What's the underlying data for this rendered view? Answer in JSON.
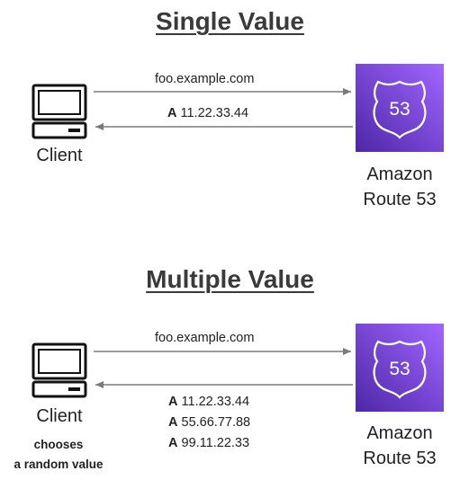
{
  "single": {
    "title": "Single Value",
    "client_label": "Client",
    "request": "foo.example.com",
    "responses": [
      {
        "type": "A",
        "ip": "11.22.33.44"
      }
    ],
    "service_label_line1": "Amazon",
    "service_label_line2": "Route 53",
    "badge_text": "53"
  },
  "multiple": {
    "title": "Multiple Value",
    "client_label": "Client",
    "client_note_line1": "chooses",
    "client_note_line2": "a random value",
    "request": "foo.example.com",
    "responses": [
      {
        "type": "A",
        "ip": "11.22.33.44"
      },
      {
        "type": "A",
        "ip": "55.66.77.88"
      },
      {
        "type": "A",
        "ip": "99.11.22.33"
      }
    ],
    "service_label_line1": "Amazon",
    "service_label_line2": "Route 53",
    "badge_text": "53"
  },
  "colors": {
    "route53_bg": "#7d3ee0",
    "route53_bg_dark": "#5a2bc4",
    "arrow": "#7a7a7a"
  },
  "icons": {
    "client": "computer-icon",
    "service": "route53-shield-icon"
  }
}
